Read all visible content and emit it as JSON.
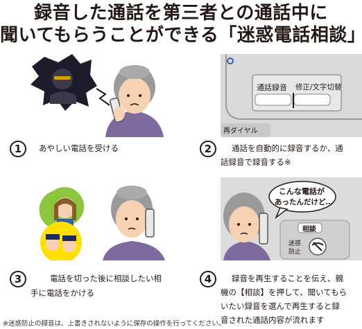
{
  "headline": {
    "line1": "録音した通話を第三者との通話中に",
    "line2": "聞いてもらうことができる「迷惑電話相談」"
  },
  "steps": [
    {
      "number": "1",
      "text_line1": "あやしい電話を受ける",
      "text_line2": ""
    },
    {
      "number": "2",
      "text_line1": "通話を自動的に録音するか、通",
      "text_line2": "話録音で録音する※"
    },
    {
      "number": "3",
      "text_line1": "電話を切った後に相談したい相",
      "text_line2": "手に電話をかける"
    },
    {
      "number": "4",
      "text_line1": "録音を再生することを伝え、親",
      "text_line2": "機の【相談】を押して、聞いてもら",
      "text_line3": "いたい録音を選んで再生すると録",
      "text_line4": "音された通話内容が流れます"
    }
  ],
  "device_panel": {
    "record_button_label": "通話録音",
    "edit_label": "修正/文字切替",
    "redial_label": "再ダイヤル"
  },
  "call_panel": {
    "speech_bubble_line1": "こんな電話が",
    "speech_bubble_line2": "あったんだけど…",
    "consult_button_label": "相談",
    "nuisance_label_line1": "迷惑",
    "nuisance_label_line2": "防止"
  },
  "footnote": "※迷惑防止の録音は、上書きされないように保存の操作を行ってください。",
  "colors": {
    "text": "#231815",
    "grandma_top": "#7e6a9e",
    "skin": "#f6d2b2",
    "hair": "#9a9a9a"
  }
}
